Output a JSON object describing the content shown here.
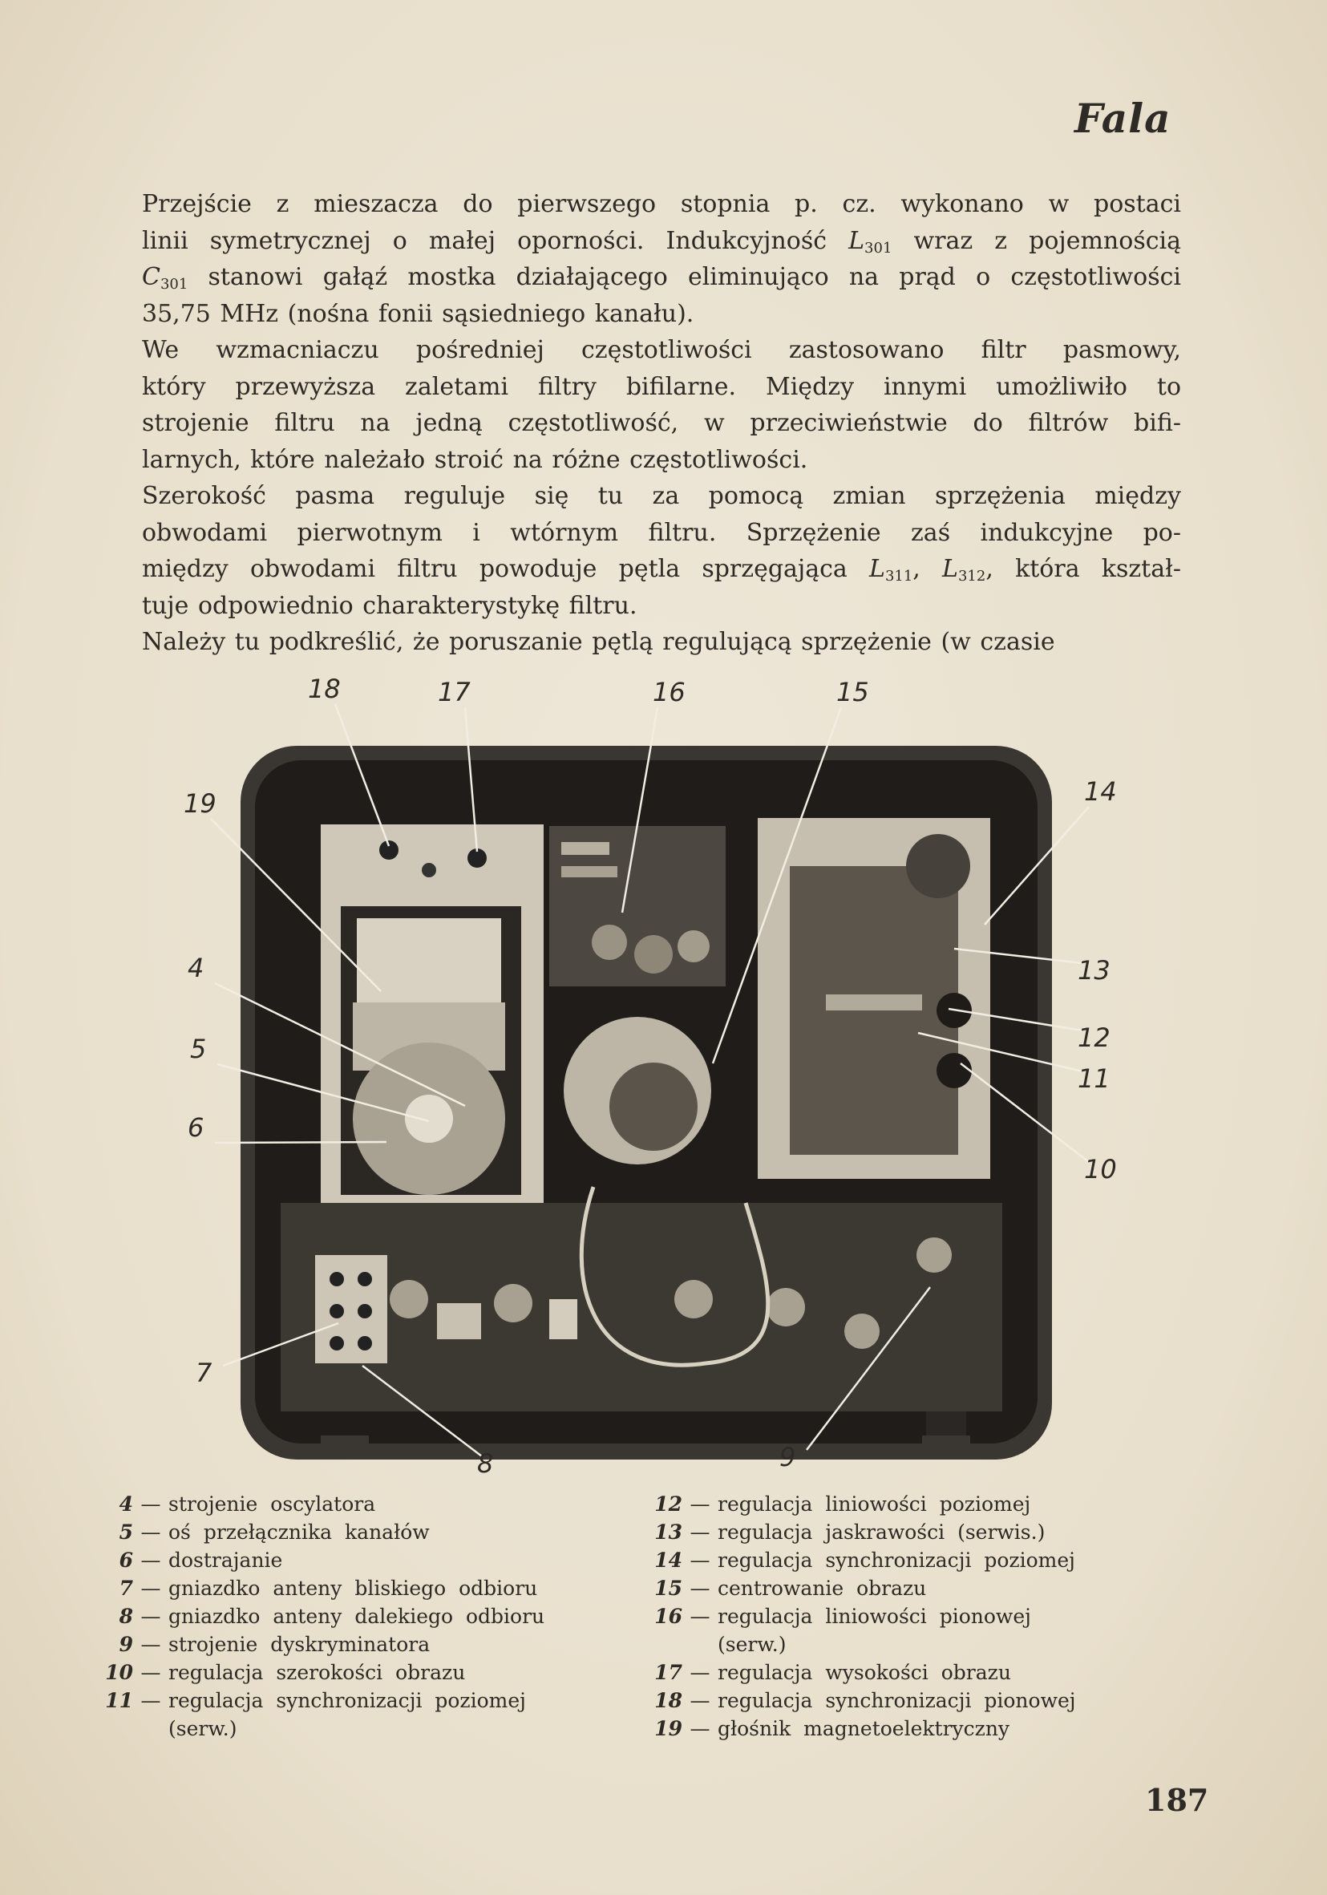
{
  "header": {
    "title": "Fala"
  },
  "paragraphs": [
    [
      [
        {
          "t": "Przejście z mieszacza do pierwszego stopnia p. cz. wykonano w postaci"
        }
      ],
      [
        {
          "t": "linii symetrycznej o małej oporności. Indukcyjność "
        },
        {
          "t": "L",
          "i": true
        },
        {
          "t": "301",
          "sub": true
        },
        {
          "t": " wraz z pojemnością"
        }
      ],
      [
        {
          "t": "C",
          "i": true
        },
        {
          "t": "301",
          "sub": true
        },
        {
          "t": " stanowi gałąź mostka działającego eliminująco na prąd o częstotliwości"
        }
      ],
      [
        {
          "t": "35,75 MHz (nośna fonii sąsiedniego kanału)."
        }
      ]
    ],
    [
      [
        {
          "t": "We wzmacniaczu pośredniej częstotliwości zastosowano filtr pasmowy,"
        }
      ],
      [
        {
          "t": "który przewyższa zaletami filtry bifilarne. Między innymi umożliwiło to"
        }
      ],
      [
        {
          "t": "strojenie filtru na jedną częstotliwość, w przeciwieństwie do filtrów bifi-"
        }
      ],
      [
        {
          "t": "larnych, które należało stroić na różne częstotliwości."
        }
      ]
    ],
    [
      [
        {
          "t": "Szerokość pasma reguluje się tu za pomocą zmian sprzężenia między"
        }
      ],
      [
        {
          "t": "obwodami pierwotnym i wtórnym filtru. Sprzężenie zaś indukcyjne po-"
        }
      ],
      [
        {
          "t": "między obwodami filtru powoduje pętla sprzęgająca "
        },
        {
          "t": "L",
          "i": true
        },
        {
          "t": "311",
          "sub": true
        },
        {
          "t": ", "
        },
        {
          "t": "L",
          "i": true
        },
        {
          "t": "312",
          "sub": true
        },
        {
          "t": ", która kształ-"
        }
      ],
      [
        {
          "t": "tuje odpowiednio charakterystykę filtru."
        }
      ]
    ],
    [
      [
        {
          "t": "Należy tu podkreślić, że poruszanie pętlą regulującą sprzężenie (w czasie"
        }
      ]
    ]
  ],
  "figure": {
    "callouts": [
      "18",
      "17",
      "16",
      "15",
      "14",
      "19",
      "13",
      "12",
      "11",
      "10",
      "4",
      "5",
      "6",
      "7",
      "8",
      "9"
    ]
  },
  "legend": {
    "left": [
      {
        "num": "4",
        "text": "strojenie oscylatora"
      },
      {
        "num": "5",
        "text": "oś przełącznika kanałów"
      },
      {
        "num": "6",
        "text": "dostrajanie"
      },
      {
        "num": "7",
        "text": "gniazdko anteny bliskiego odbioru"
      },
      {
        "num": "8",
        "text": "gniazdko anteny dalekiego odbioru"
      },
      {
        "num": "9",
        "text": "strojenie dyskryminatora"
      },
      {
        "num": "10",
        "text": "regulacja szerokości obrazu"
      },
      {
        "num": "11",
        "text": "regulacja synchronizacji poziomej",
        "cont": "(serw.)"
      }
    ],
    "right": [
      {
        "num": "12",
        "text": "regulacja liniowości poziomej"
      },
      {
        "num": "13",
        "text": "regulacja jaskrawości (serwis.)"
      },
      {
        "num": "14",
        "text": "regulacja synchronizacji poziomej"
      },
      {
        "num": "15",
        "text": "centrowanie obrazu"
      },
      {
        "num": "16",
        "text": "regulacja liniowości pionowej",
        "cont": "(serw.)"
      },
      {
        "num": "17",
        "text": "regulacja wysokości obrazu"
      },
      {
        "num": "18",
        "text": "regulacja synchronizacji pionowej"
      },
      {
        "num": "19",
        "text": "głośnik magnetoelektryczny"
      }
    ],
    "dash": "—"
  },
  "page_number": "187"
}
